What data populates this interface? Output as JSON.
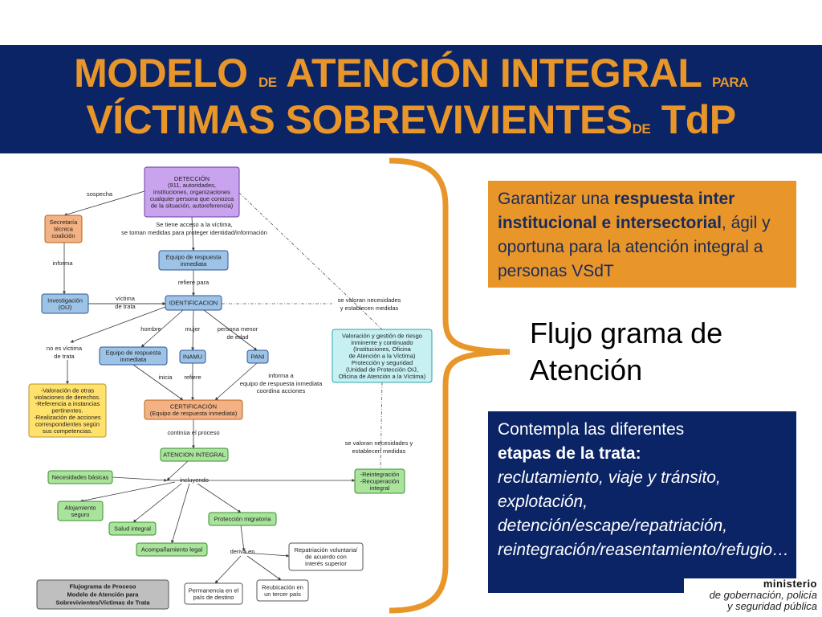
{
  "title": {
    "w1": "MODELO",
    "w2": "DE",
    "w3": "ATENCIÓN INTEGRAL",
    "w4": "PARA",
    "w5": "VÍCTIMAS SOBREVIVIENTES",
    "w6": "DE",
    "w7": "TdP"
  },
  "orange_box": {
    "p1": "Garantizar una ",
    "p2": "respuesta inter institucional e intersectorial",
    "p3": ", ágil y oportuna para la atención integral a personas VSdT"
  },
  "flow_title": {
    "line1": "Flujo grama de",
    "line2": "Atención"
  },
  "blue_box": {
    "p1": "Contempla las diferentes",
    "p2": "etapas de la trata:",
    "p3": "reclutamiento, viaje y tránsito, explotación, detención/escape/repatriación, reintegración/reasentamiento/refugio…"
  },
  "logo": {
    "line1": "ministerio",
    "line2": "de gobernación, policía",
    "line3": "y seguridad pública"
  },
  "colors": {
    "banner": "#0b2466",
    "accent": "#e8962a",
    "node_purple": "#c9a3ee",
    "node_orange": "#f4b183",
    "node_blue": "#9dc3e6",
    "node_green": "#a9e39c",
    "node_yellow": "#ffe16b",
    "node_cyan": "#c7f0f3",
    "node_gray": "#bfbfbf"
  },
  "flow": {
    "nodes": {
      "deteccion": [
        "DETECCIÓN",
        "(911, autoridades,",
        "instituciones, organizaciones",
        "cualquier persona que conozca",
        "de la situación, autoreferencia)"
      ],
      "secretaria": [
        "Secretaría",
        "técnica",
        "coalición"
      ],
      "equipo1": [
        "Equipo de  respuesta",
        "inmediata"
      ],
      "investigacion": [
        "Investigación",
        "(OIJ)"
      ],
      "identificacion": [
        "IDENTIFICACION"
      ],
      "equipo2": [
        "Equipo de  respuesta",
        "inmediata"
      ],
      "inamu": [
        "INAMU"
      ],
      "pani": [
        "PANI"
      ],
      "valoracion_riesgo": [
        "Valoración y gestión de riesgo",
        "inminente y continuado",
        "(Instituciones, Oficina",
        "de Atención a la Víctima)",
        "Protección y seguridad",
        "(Unidad de Protección OIJ,",
        "Oficina de Atención a la Víctima)"
      ],
      "valoracion_otras": [
        "-Valoración de otras",
        "violaciones de derechos.",
        "-Referencia a instancias",
        "pertinentes.",
        "-Realización de acciones",
        "correspondientes según",
        "sus competencias."
      ],
      "certificacion": [
        "CERTIFICACIÓN",
        "(Equipo de respuesta inmediata)"
      ],
      "atencion": [
        "ATENCION INTEGRAL"
      ],
      "necesidades": [
        "Necesidades básicas"
      ],
      "reintegracion": [
        "-Reintegración",
        "-Recuperación",
        "integral"
      ],
      "alojamiento": [
        "Alojamiento",
        "seguro"
      ],
      "salud": [
        "Salud integral"
      ],
      "proteccion_migratoria": [
        "Protección migratoria"
      ],
      "acompanamiento": [
        "Acompañamiento legal"
      ],
      "repatriacion": [
        "Repatriación voluntaria/",
        "de acuerdo con",
        "interés superior"
      ],
      "permanencia": [
        "Permanencia en el",
        "país de destino"
      ],
      "reubicacion": [
        "Reubicación en",
        "un tercer país"
      ],
      "flujograma": [
        "Flujograma de Proceso",
        "Modelo de Atención para",
        "Sobrevivientes/Víctimas de Trata"
      ]
    },
    "labels": {
      "sospecha": "sospecha",
      "acceso1": "Se tiene acceso a la víctima,",
      "acceso2": "se toman medidas para proteger identidad/información",
      "informa": "informa",
      "refiere_para": "refiere para",
      "victima1": "víctima",
      "victima2": "de trata",
      "valoran1": "se valoran necesidades",
      "valoran2": "y establecen medidas",
      "hombre": "hombre",
      "mujer": "mujer",
      "menor1": "persona menor",
      "menor2": "de edad",
      "noes1": "no es víctima",
      "noes2": "de trata",
      "inicia": "inicia",
      "refiere": "refiere",
      "informa_a1": "informa a",
      "informa_a2": "equipo de respuesta inmediata",
      "informa_a3": "coordina acciones",
      "continua": "continúa el proceso",
      "valoran3": "se valoran necesidades y",
      "valoran4": "establecen medidas",
      "incluyendo": "incluyendo",
      "deriva": "deriva en"
    }
  }
}
